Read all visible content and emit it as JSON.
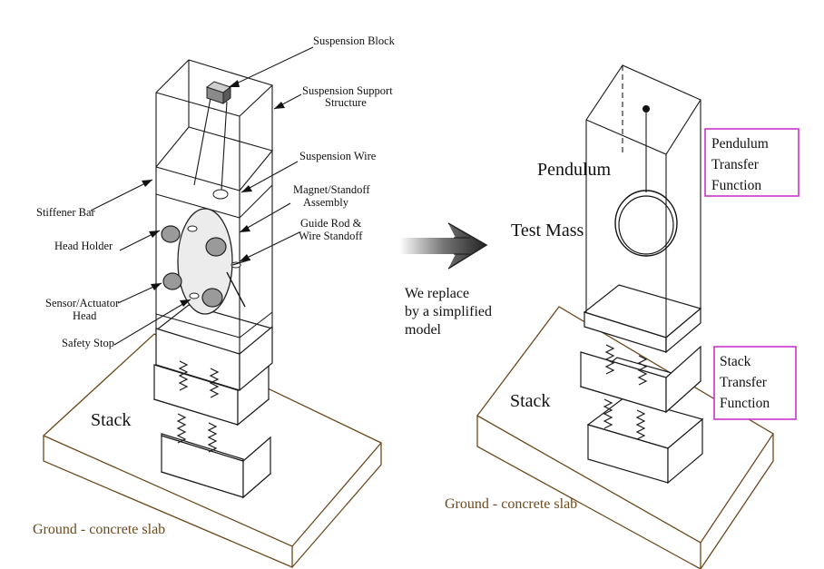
{
  "left_figure": {
    "labels": {
      "suspension_block": "Suspension Block",
      "suspension_support_structure_1": "Suspension Support",
      "suspension_support_structure_2": "Structure",
      "suspension_wire": "Suspension Wire",
      "magnet_standoff_1": "Magnet/Standoff",
      "magnet_standoff_2": "Assembly",
      "stiffener_bar": "Stiffener Bar",
      "guide_rod_1": "Guide Rod &",
      "guide_rod_2": "Wire Standoff",
      "head_holder": "Head Holder",
      "sensor_actuator_1": "Sensor/Actuator",
      "sensor_actuator_2": "Head",
      "safety_stop": "Safety Stop",
      "stack": "Stack",
      "ground": "Ground - concrete slab"
    }
  },
  "arrow": {
    "caption_line1": "We replace",
    "caption_line2": "by a simplified",
    "caption_line3": "model"
  },
  "right_figure": {
    "labels": {
      "pendulum": "Pendulum",
      "test_mass": "Test Mass",
      "stack": "Stack",
      "ground": "Ground - concrete slab"
    },
    "pendulum_box": {
      "line1": "Pendulum",
      "line2": "Transfer",
      "line3": "Function"
    },
    "stack_box": {
      "line1": "Stack",
      "line2": "Transfer",
      "line3": "Function"
    },
    "box_border_color": "#cc33cc"
  }
}
